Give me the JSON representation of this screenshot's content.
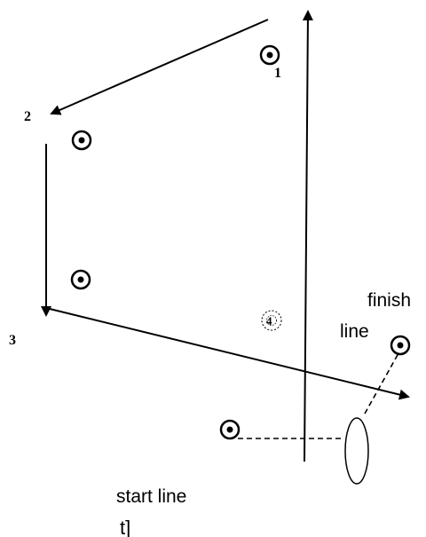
{
  "labels": {
    "point_1": "1",
    "point_2": "2",
    "point_3": "3",
    "point_4": "4",
    "finish_line": "finish\nline",
    "start_line": "start line",
    "stray_text": "t]"
  },
  "markers": [
    {
      "id": "marker-near-1",
      "kind": "target"
    },
    {
      "id": "marker-near-2",
      "kind": "target"
    },
    {
      "id": "marker-lower-left",
      "kind": "target"
    },
    {
      "id": "marker-4",
      "kind": "ghost-target"
    },
    {
      "id": "marker-finish",
      "kind": "target"
    },
    {
      "id": "marker-start",
      "kind": "target"
    }
  ],
  "colors": {
    "ink": "#000000",
    "background": "#ffffff"
  }
}
